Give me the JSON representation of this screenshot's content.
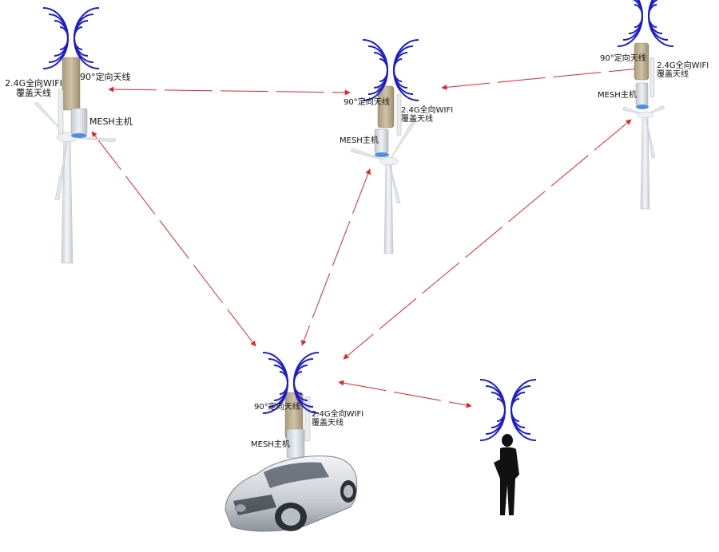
{
  "colors": {
    "link": "#e0262b",
    "wave": "#1e1ec8",
    "tower": "#dde1e6",
    "panel": "#b9ab8c",
    "box": "#d7dce2",
    "car": "#cfd3d8",
    "person": "#111111"
  },
  "icons": {
    "wind_turbine": "wind-turbine-icon",
    "directional_antenna": "directional-antenna-icon",
    "omni_antenna": "omni-antenna-icon",
    "mesh_box": "mesh-box-icon",
    "signal": "signal-waves-icon",
    "car": "car-icon",
    "person": "person-icon"
  },
  "nodes": {
    "left": {
      "antenna90": "90°定向天线",
      "wifi_line1": "2.4G全向WIFI",
      "wifi_line2": "覆盖天线",
      "mesh": "MESH主机"
    },
    "middle": {
      "antenna90": "90°定向天线",
      "wifi_line1": "2.4G全向WIFI",
      "wifi_line2": "覆盖天线",
      "mesh": "MESH主机"
    },
    "right": {
      "antenna90": "90°定向天线",
      "wifi_line1": "2.4G全向WIFI",
      "wifi_line2": "覆盖天线",
      "mesh": "MESH主机"
    },
    "car": {
      "antenna90": "90°定向天线",
      "wifi_line1": "2.4G全向WIFI",
      "wifi_line2": "覆盖天线",
      "mesh": "MESH主机"
    }
  }
}
